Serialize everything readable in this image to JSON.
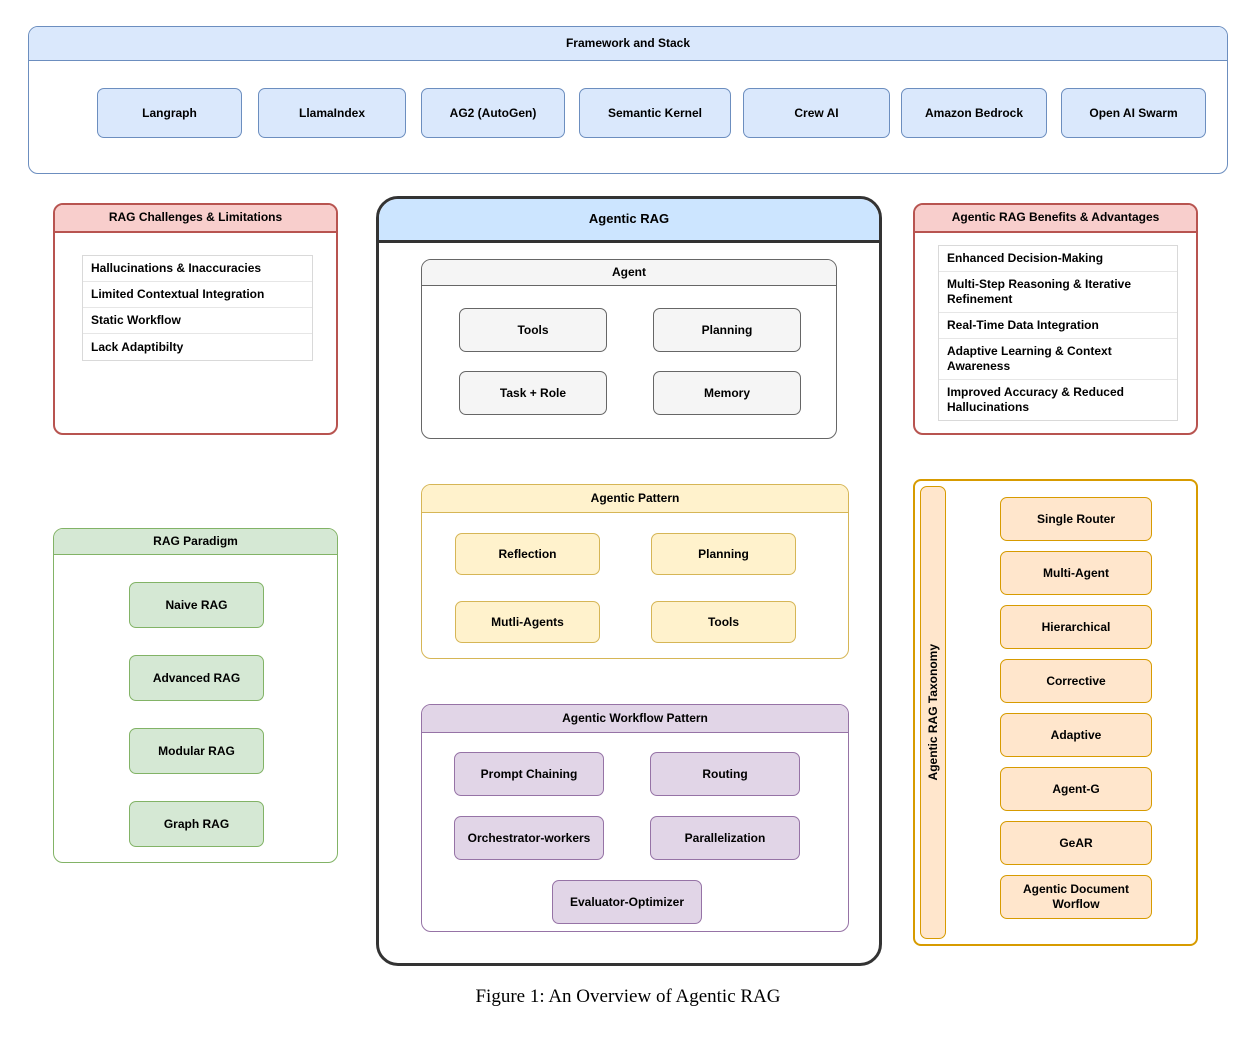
{
  "figure": {
    "caption": "Figure 1: An Overview of Agentic RAG"
  },
  "framework": {
    "title": "Framework and Stack",
    "items": [
      {
        "label": "Langraph"
      },
      {
        "label": "LlamaIndex"
      },
      {
        "label": "AG2 (AutoGen)"
      },
      {
        "label": "Semantic Kernel"
      },
      {
        "label": "Crew AI"
      },
      {
        "label": "Amazon Bedrock"
      },
      {
        "label": "Open AI Swarm"
      }
    ]
  },
  "challenges": {
    "title": "RAG Challenges & Limitations",
    "items": [
      {
        "label": "Hallucinations & Inaccuracies"
      },
      {
        "label": "Limited Contextual Integration"
      },
      {
        "label": "Static Workflow"
      },
      {
        "label": "Lack Adaptibilty"
      }
    ]
  },
  "paradigm": {
    "title": "RAG Paradigm",
    "items": [
      {
        "label": "Naive RAG"
      },
      {
        "label": "Advanced RAG"
      },
      {
        "label": "Modular RAG"
      },
      {
        "label": "Graph RAG"
      }
    ]
  },
  "agentic_rag": {
    "title": "Agentic RAG",
    "agent": {
      "title": "Agent",
      "items": [
        {
          "label": "Tools"
        },
        {
          "label": "Planning"
        },
        {
          "label": "Task + Role"
        },
        {
          "label": "Memory"
        }
      ]
    },
    "agentic_pattern": {
      "title": "Agentic Pattern",
      "items": [
        {
          "label": "Reflection"
        },
        {
          "label": "Planning"
        },
        {
          "label": "Mutli-Agents"
        },
        {
          "label": "Tools"
        }
      ]
    },
    "workflow_pattern": {
      "title": "Agentic Workflow Pattern",
      "items": [
        {
          "label": "Prompt Chaining"
        },
        {
          "label": "Routing"
        },
        {
          "label": "Orchestrator-workers"
        },
        {
          "label": "Parallelization"
        },
        {
          "label": "Evaluator-Optimizer"
        }
      ]
    }
  },
  "benefits": {
    "title": "Agentic RAG Benefits & Advantages",
    "items": [
      {
        "label": "Enhanced Decision-Making"
      },
      {
        "label": "Multi-Step Reasoning & Iterative Refinement"
      },
      {
        "label": "Real-Time Data Integration"
      },
      {
        "label": "Adaptive Learning & Context Awareness"
      },
      {
        "label": "Improved Accuracy & Reduced Hallucinations"
      }
    ]
  },
  "taxonomy": {
    "title": "Agentic RAG Taxonomy",
    "items": [
      {
        "label": "Single Router"
      },
      {
        "label": "Multi-Agent"
      },
      {
        "label": "Hierarchical"
      },
      {
        "label": "Corrective"
      },
      {
        "label": "Adaptive"
      },
      {
        "label": "Agent-G"
      },
      {
        "label": "GeAR"
      },
      {
        "label": "Agentic Document Worflow"
      }
    ]
  },
  "colors": {
    "blue_fill": "#dae8fc",
    "blue_border": "#6c8ebf",
    "header_blue": "#cce5ff",
    "red_fill": "#f8cecc",
    "red_border": "#b85450",
    "green_fill": "#d5e8d4",
    "green_border": "#82b366",
    "gray_fill": "#f5f5f5",
    "gray_border": "#666666",
    "yellow_fill": "#fff2cc",
    "yellow_border": "#d6b656",
    "purple_fill": "#e1d5e7",
    "purple_border": "#9673a6",
    "orange_fill": "#ffe6cc",
    "orange_border": "#d79b00",
    "dark_border": "#333333"
  }
}
